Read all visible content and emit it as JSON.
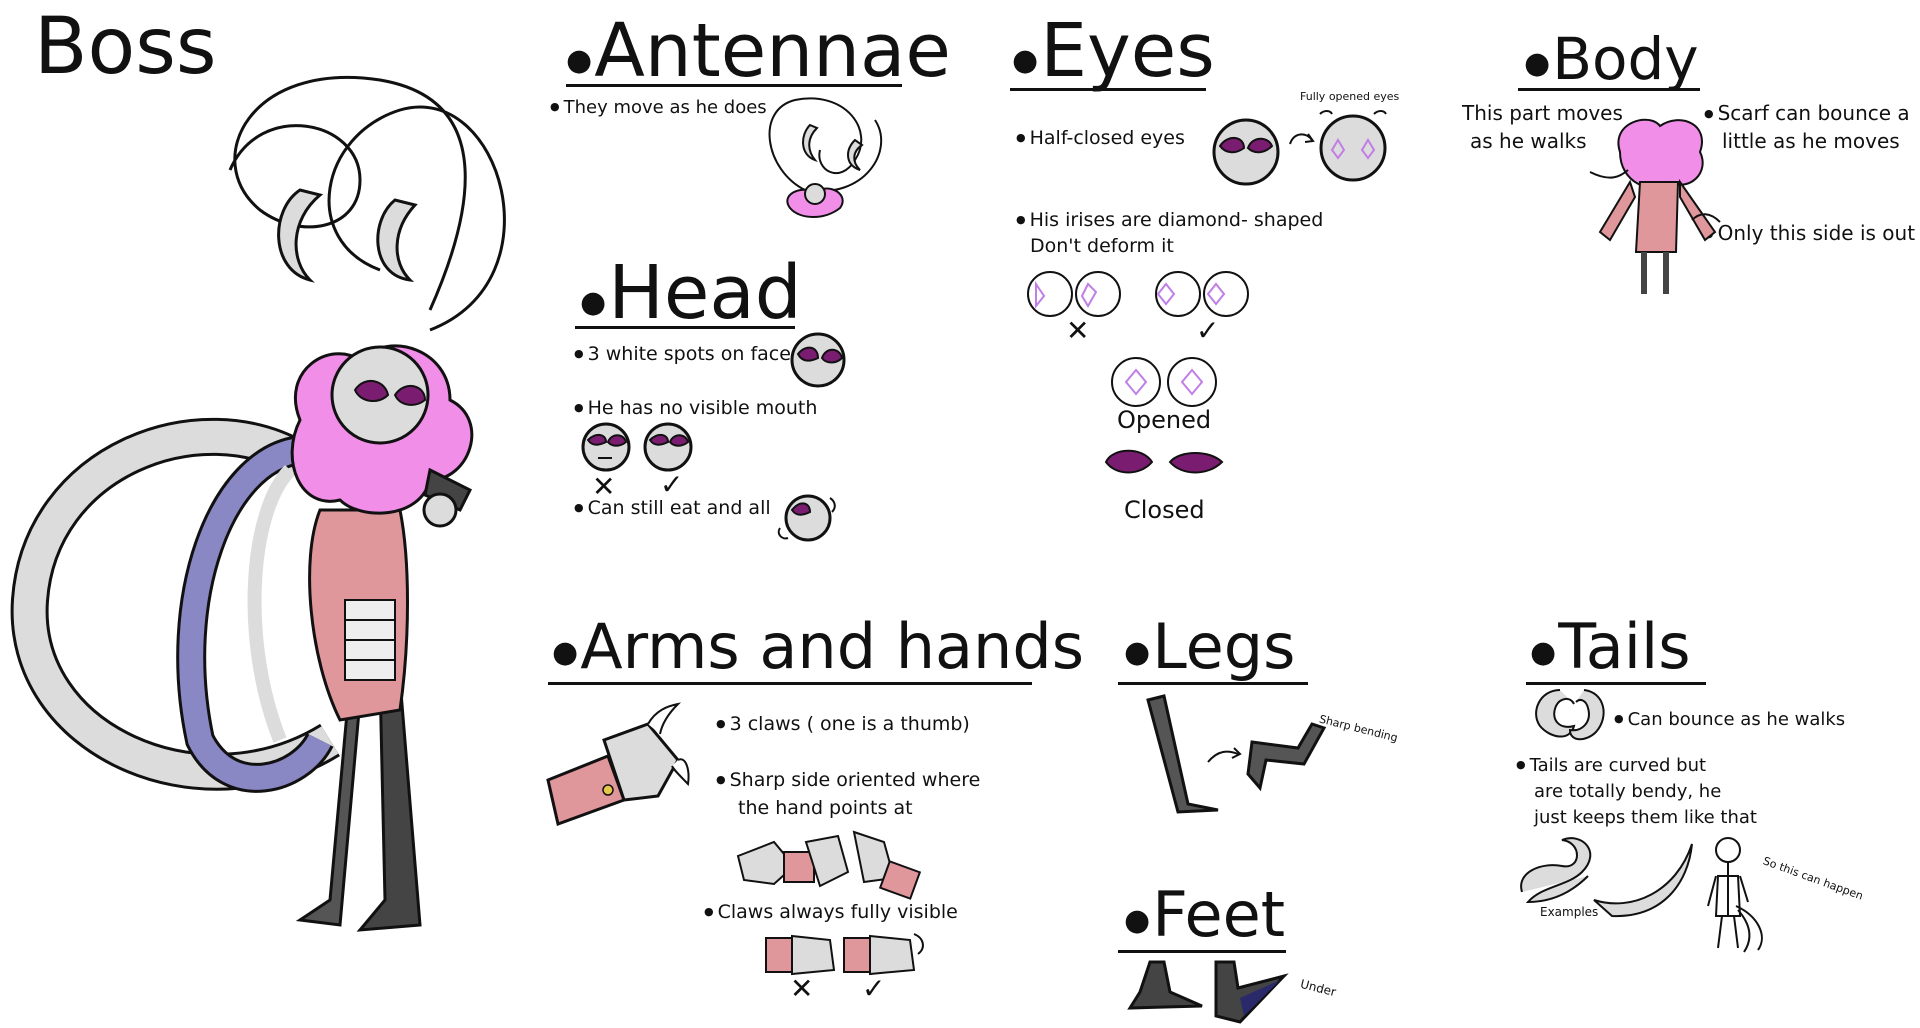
{
  "page_title": "Boss",
  "colors": {
    "ink": "#111111",
    "hair_pink": "#f08ee8",
    "coat_pink": "#e0979b",
    "eyelid_purple": "#7a1c70",
    "iris_lilac": "#c07ee6",
    "tail_grey": "#dcdcdc",
    "tail_shadow": "#8a88c4",
    "legs_grey": "#555555"
  },
  "sections": {
    "antennae": {
      "title": "Antennae",
      "bullets": [
        "They move as he does"
      ]
    },
    "head": {
      "title": "Head",
      "bullets": [
        "3 white spots on face",
        "He has no visible mouth",
        "Can still eat and all"
      ],
      "wrong_mark": "✕",
      "right_mark": "✓"
    },
    "eyes": {
      "title": "Eyes",
      "bullet_half_closed": "Half-closed eyes",
      "note_fully_opened": "Fully opened eyes",
      "bullet_irises_line1": "His irises are diamond- shaped",
      "bullet_irises_line2": "Don't deform it",
      "wrong_mark": "✕",
      "right_mark": "✓",
      "label_opened": "Opened",
      "label_closed": "Closed"
    },
    "body": {
      "title": "Body",
      "note_part_moves_line1": "This part moves",
      "note_part_moves_line2": "as he walks",
      "note_scarf_line1": "Scarf can bounce a",
      "note_scarf_line2": "little as he moves",
      "note_side_out": "Only this side is out"
    },
    "arms": {
      "title": "Arms and hands",
      "bullet_claws": "3 claws ( one is a thumb)",
      "bullet_sharp_line1": "Sharp side oriented where",
      "bullet_sharp_line2": "the hand points at",
      "bullet_visible": "Claws always fully visible",
      "wrong_mark": "✕",
      "right_mark": "✓"
    },
    "legs": {
      "title": "Legs",
      "note_bending": "Sharp bending"
    },
    "feet": {
      "title": "Feet",
      "note_under": "Under"
    },
    "tails": {
      "title": "Tails",
      "bullet_bounce": "Can bounce as he walks",
      "bullet_curved_line1": "Tails are curved but",
      "bullet_curved_line2": "are totally bendy, he",
      "bullet_curved_line3": "just keeps them like that",
      "note_examples": "Examples",
      "note_happen": "So this can happen"
    }
  }
}
